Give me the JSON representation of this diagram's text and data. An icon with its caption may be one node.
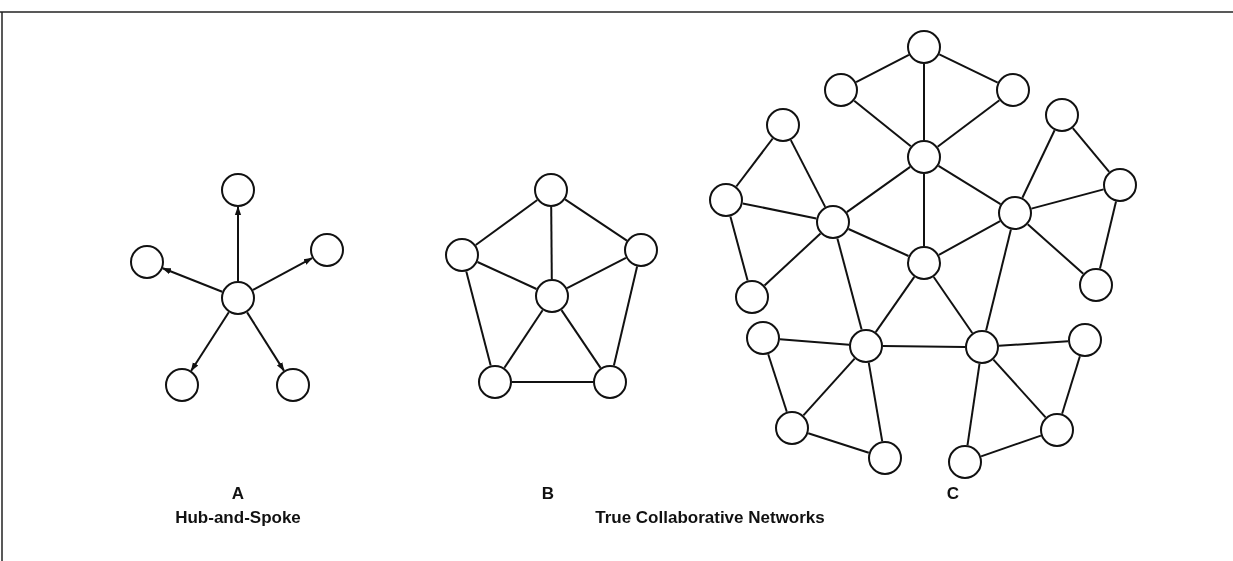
{
  "diagram": {
    "nodes": [
      {
        "text": [],
        "shape": "circle"
      },
      {
        "text": [],
        "shape": "circle"
      },
      {
        "text": [],
        "shape": "circle"
      },
      {
        "text": [],
        "shape": "circle"
      },
      {
        "text": [],
        "shape": "circle"
      },
      {
        "text": [],
        "shape": "circle"
      },
      {
        "text": [],
        "shape": "circle"
      },
      {
        "text": [],
        "shape": "circle"
      },
      {
        "text": [],
        "shape": "circle"
      },
      {
        "text": [],
        "shape": "circle"
      },
      {
        "text": [],
        "shape": "circle"
      },
      {
        "text": [],
        "shape": "circle"
      },
      {
        "text": [],
        "shape": "circle"
      },
      {
        "text": [],
        "shape": "circle"
      },
      {
        "text": [],
        "shape": "circle"
      },
      {
        "text": [],
        "shape": "circle"
      },
      {
        "text": [],
        "shape": "circle"
      },
      {
        "text": [],
        "shape": "circle"
      },
      {
        "text": [],
        "shape": "circle"
      },
      {
        "text": [],
        "shape": "circle"
      },
      {
        "text": [],
        "shape": "circle"
      },
      {
        "text": [],
        "shape": "circle"
      },
      {
        "text": [],
        "shape": "circle"
      },
      {
        "text": [],
        "shape": "circle"
      },
      {
        "text": [],
        "shape": "circle"
      },
      {
        "text": [],
        "shape": "circle"
      },
      {
        "text": [],
        "shape": "circle"
      },
      {
        "text": [],
        "shape": "circle"
      },
      {
        "text": [],
        "shape": "circle"
      },
      {
        "text": [],
        "shape": "circle"
      },
      {
        "text": [],
        "shape": "circle"
      },
      {
        "text": [],
        "shape": "circle"
      },
      {
        "text": [],
        "shape": "circle"
      }
    ],
    "edges": [
      {
        "from": 3,
        "to": 0,
        "arrow": "to"
      },
      {
        "from": 3,
        "to": 1,
        "arrow": "to"
      },
      {
        "from": 3,
        "to": 2,
        "arrow": "to"
      },
      {
        "from": 3,
        "to": 4,
        "arrow": "to"
      },
      {
        "from": 3,
        "to": 5,
        "arrow": "to"
      },
      {
        "from": 6,
        "to": 7,
        "arrow": "none"
      },
      {
        "from": 6,
        "to": 8,
        "arrow": "none"
      },
      {
        "from": 6,
        "to": 9,
        "arrow": "none"
      },
      {
        "from": 7,
        "to": 9,
        "arrow": "none"
      },
      {
        "from": 8,
        "to": 9,
        "arrow": "none"
      },
      {
        "from": 7,
        "to": 10,
        "arrow": "none"
      },
      {
        "from": 8,
        "to": 11,
        "arrow": "none"
      },
      {
        "from": 9,
        "to": 10,
        "arrow": "none"
      },
      {
        "from": 9,
        "to": 11,
        "arrow": "none"
      },
      {
        "from": 10,
        "to": 11,
        "arrow": "none"
      },
      {
        "from": 12,
        "to": 13,
        "arrow": "none"
      },
      {
        "from": 12,
        "to": 14,
        "arrow": "none"
      },
      {
        "from": 12,
        "to": 17,
        "arrow": "none"
      },
      {
        "from": 13,
        "to": 17,
        "arrow": "none"
      },
      {
        "from": 14,
        "to": 17,
        "arrow": "none"
      },
      {
        "from": 17,
        "to": 21,
        "arrow": "none"
      },
      {
        "from": 17,
        "to": 22,
        "arrow": "none"
      },
      {
        "from": 17,
        "to": 20,
        "arrow": "none"
      },
      {
        "from": 16,
        "to": 19,
        "arrow": "none"
      },
      {
        "from": 16,
        "to": 21,
        "arrow": "none"
      },
      {
        "from": 19,
        "to": 21,
        "arrow": "none"
      },
      {
        "from": 19,
        "to": 24,
        "arrow": "none"
      },
      {
        "from": 24,
        "to": 21,
        "arrow": "none"
      },
      {
        "from": 21,
        "to": 22,
        "arrow": "none"
      },
      {
        "from": 21,
        "to": 27,
        "arrow": "none"
      },
      {
        "from": 15,
        "to": 20,
        "arrow": "none"
      },
      {
        "from": 15,
        "to": 18,
        "arrow": "none"
      },
      {
        "from": 18,
        "to": 20,
        "arrow": "none"
      },
      {
        "from": 18,
        "to": 23,
        "arrow": "none"
      },
      {
        "from": 23,
        "to": 20,
        "arrow": "none"
      },
      {
        "from": 20,
        "to": 22,
        "arrow": "none"
      },
      {
        "from": 20,
        "to": 28,
        "arrow": "none"
      },
      {
        "from": 22,
        "to": 27,
        "arrow": "none"
      },
      {
        "from": 22,
        "to": 28,
        "arrow": "none"
      },
      {
        "from": 25,
        "to": 27,
        "arrow": "none"
      },
      {
        "from": 27,
        "to": 28,
        "arrow": "none"
      },
      {
        "from": 28,
        "to": 26,
        "arrow": "none"
      },
      {
        "from": 25,
        "to": 29,
        "arrow": "none"
      },
      {
        "from": 27,
        "to": 29,
        "arrow": "none"
      },
      {
        "from": 27,
        "to": 31,
        "arrow": "none"
      },
      {
        "from": 29,
        "to": 31,
        "arrow": "none"
      },
      {
        "from": 28,
        "to": 32,
        "arrow": "none"
      },
      {
        "from": 28,
        "to": 30,
        "arrow": "none"
      },
      {
        "from": 26,
        "to": 30,
        "arrow": "none"
      },
      {
        "from": 32,
        "to": 30,
        "arrow": "none"
      }
    ],
    "labels": [
      "A",
      "B",
      "C",
      "Hub-and-Spoke",
      "True Collaborative Networks"
    ]
  }
}
